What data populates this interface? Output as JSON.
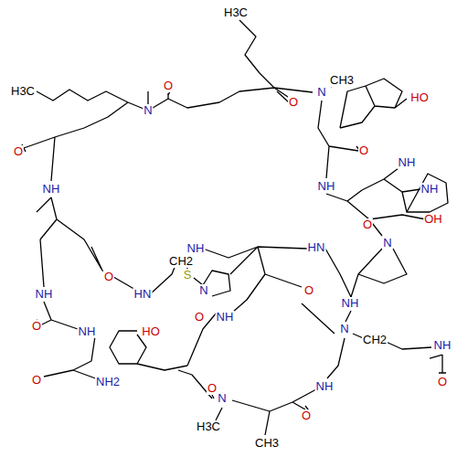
{
  "diagram": {
    "labels": [
      "H3C",
      "H3C",
      "N",
      "O",
      "N",
      "CH3",
      "O",
      "HO",
      "O",
      "NH",
      "O",
      "NH",
      "NH",
      "NH",
      "O",
      "OH",
      "N",
      "HN",
      "NH",
      "O",
      "HN",
      "NH",
      "CH2",
      "S",
      "N",
      "O",
      "NH",
      "O",
      "NH",
      "N",
      "O",
      "NH",
      "HO",
      "CH2",
      "NH",
      "O",
      "NH2",
      "O",
      "O",
      "N",
      "NH",
      "O",
      "H3C",
      "CH3"
    ]
  }
}
